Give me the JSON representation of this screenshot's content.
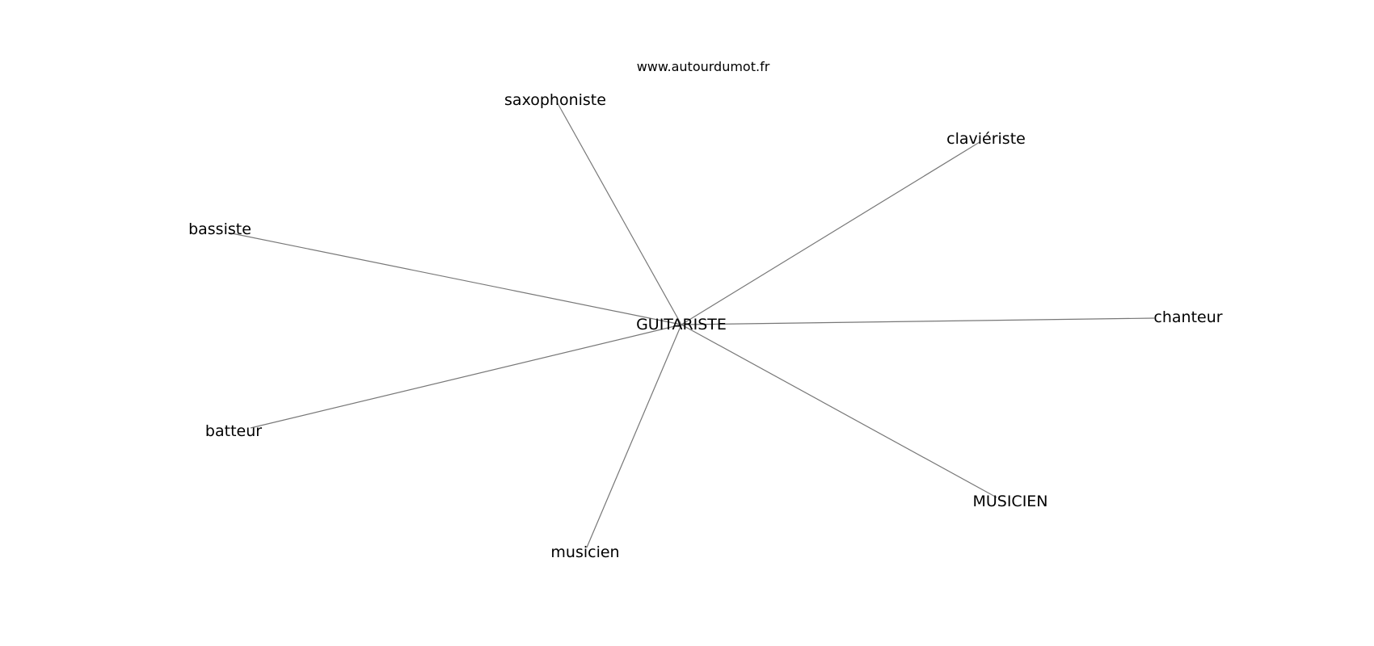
{
  "watermark": "www.autourdumot.fr",
  "center": {
    "id": "guitariste",
    "label": "GUITARISTE"
  },
  "nodes": [
    {
      "id": "saxophoniste",
      "label": "saxophoniste"
    },
    {
      "id": "clavieriste",
      "label": "claviériste"
    },
    {
      "id": "bassiste",
      "label": "bassiste"
    },
    {
      "id": "chanteur",
      "label": "chanteur"
    },
    {
      "id": "batteur",
      "label": "batteur"
    },
    {
      "id": "musicien-upper",
      "label": "MUSICIEN"
    },
    {
      "id": "musicien",
      "label": "musicien"
    }
  ],
  "edges": [
    [
      "guitariste",
      "saxophoniste"
    ],
    [
      "guitariste",
      "clavieriste"
    ],
    [
      "guitariste",
      "bassiste"
    ],
    [
      "guitariste",
      "chanteur"
    ],
    [
      "guitariste",
      "batteur"
    ],
    [
      "guitariste",
      "musicien-upper"
    ],
    [
      "guitariste",
      "musicien"
    ]
  ]
}
